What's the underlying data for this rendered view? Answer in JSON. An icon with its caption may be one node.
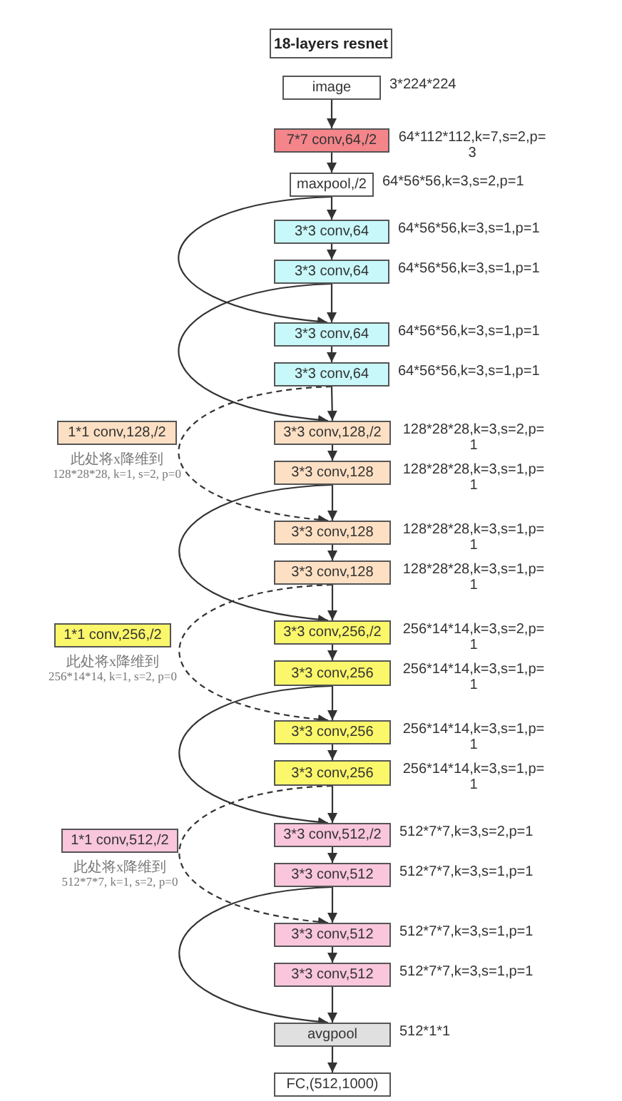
{
  "diagram": {
    "title": "18-layers resnet",
    "nodes": [
      {
        "text": [
          "image"
        ],
        "beside": [
          "3*224*224"
        ]
      },
      {
        "text": [
          "7*7 conv,64,/2"
        ],
        "beside": [
          "64*112*112,k=7,s=2,p=3"
        ]
      },
      {
        "text": [
          "maxpool,/2"
        ],
        "beside": [
          "64*56*56,k=3,s=2,p=1"
        ]
      },
      {
        "text": [
          "3*3 conv,64"
        ],
        "beside": [
          "64*56*56,k=3,s=1,p=1"
        ]
      },
      {
        "text": [
          "3*3 conv,64"
        ],
        "beside": [
          "64*56*56,k=3,s=1,p=1"
        ]
      },
      {
        "text": [
          "3*3 conv,64"
        ],
        "beside": [
          "64*56*56,k=3,s=1,p=1"
        ]
      },
      {
        "text": [
          "3*3 conv,64"
        ],
        "beside": [
          "64*56*56,k=3,s=1,p=1"
        ]
      },
      {
        "text": [
          "1*1 conv,128,/2"
        ],
        "beside": [
          "此处将x降维到",
          "128*28*28, k=1, s=2, p=0"
        ]
      },
      {
        "text": [
          "3*3 conv,128,/2"
        ],
        "beside": [
          "128*28*28,k=3,s=2,p=1"
        ]
      },
      {
        "text": [
          "3*3 conv,128"
        ],
        "beside": [
          "128*28*28,k=3,s=1,p=1"
        ]
      },
      {
        "text": [
          "3*3 conv,128"
        ],
        "beside": [
          "128*28*28,k=3,s=1,p=1"
        ]
      },
      {
        "text": [
          "3*3 conv,128"
        ],
        "beside": [
          "128*28*28,k=3,s=1,p=1"
        ]
      },
      {
        "text": [
          "1*1 conv,256,/2"
        ],
        "beside": [
          "此处将x降维到",
          "256*14*14, k=1, s=2, p=0"
        ]
      },
      {
        "text": [
          "3*3 conv,256,/2"
        ],
        "beside": [
          "256*14*14,k=3,s=2,p=1"
        ]
      },
      {
        "text": [
          "3*3 conv,256"
        ],
        "beside": [
          "256*14*14,k=3,s=1,p=1"
        ]
      },
      {
        "text": [
          "3*3 conv,256"
        ],
        "beside": [
          "256*14*14,k=3,s=1,p=1"
        ]
      },
      {
        "text": [
          "3*3 conv,256"
        ],
        "beside": [
          "256*14*14,k=3,s=1,p=1"
        ]
      },
      {
        "text": [
          "1*1 conv,512,/2"
        ],
        "beside": [
          "此处将x降维到",
          "512*7*7, k=1, s=2, p=0"
        ]
      },
      {
        "text": [
          "3*3 conv,512,/2"
        ],
        "beside": [
          "512*7*7,k=3,s=2,p=1"
        ]
      },
      {
        "text": [
          "3*3 conv,512"
        ],
        "beside": [
          "512*7*7,k=3,s=1,p=1"
        ]
      },
      {
        "text": [
          "3*3 conv,512"
        ],
        "beside": [
          "512*7*7,k=3,s=1,p=1"
        ]
      },
      {
        "text": [
          "3*3 conv,512"
        ],
        "beside": [
          "512*7*7,k=3,s=1,p=1"
        ]
      },
      {
        "text": [
          "avgpool"
        ],
        "beside": [
          "512*1*1"
        ]
      },
      {
        "text": [
          "FC,(512,1000)"
        ]
      }
    ],
    "edges": [
      {
        "from": 0,
        "to": 1,
        "arrow": "to"
      },
      {
        "from": 1,
        "to": 2,
        "arrow": "to"
      },
      {
        "from": 2,
        "to": 3,
        "arrow": "to"
      },
      {
        "from": 3,
        "to": 4,
        "arrow": "to"
      },
      {
        "from": 2,
        "to": 5,
        "arrow": "to"
      },
      {
        "from": 4,
        "to": 5,
        "arrow": "to"
      },
      {
        "from": 5,
        "to": 6,
        "arrow": "to"
      },
      {
        "from": 4,
        "to": 8,
        "arrow": "to"
      },
      {
        "from": 6,
        "to": 8,
        "arrow": "to"
      },
      {
        "from": 8,
        "to": 9,
        "arrow": "to"
      },
      {
        "from": 6,
        "to": 10,
        "arrow": "to",
        "style": "dashed"
      },
      {
        "from": 9,
        "to": 10,
        "arrow": "to"
      },
      {
        "from": 10,
        "to": 11,
        "arrow": "to"
      },
      {
        "from": 9,
        "to": 13,
        "arrow": "to"
      },
      {
        "from": 11,
        "to": 13,
        "arrow": "to"
      },
      {
        "from": 13,
        "to": 14,
        "arrow": "to"
      },
      {
        "from": 11,
        "to": 15,
        "arrow": "to",
        "style": "dashed"
      },
      {
        "from": 14,
        "to": 15,
        "arrow": "to"
      },
      {
        "from": 15,
        "to": 16,
        "arrow": "to"
      },
      {
        "from": 14,
        "to": 18,
        "arrow": "to"
      },
      {
        "from": 16,
        "to": 18,
        "arrow": "to"
      },
      {
        "from": 18,
        "to": 19,
        "arrow": "to"
      },
      {
        "from": 16,
        "to": 20,
        "arrow": "to",
        "style": "dashed"
      },
      {
        "from": 19,
        "to": 20,
        "arrow": "to"
      },
      {
        "from": 20,
        "to": 21,
        "arrow": "to"
      },
      {
        "from": 19,
        "to": 22,
        "arrow": "to"
      },
      {
        "from": 21,
        "to": 22,
        "arrow": "to"
      },
      {
        "from": 22,
        "to": 23,
        "arrow": "to"
      }
    ]
  }
}
